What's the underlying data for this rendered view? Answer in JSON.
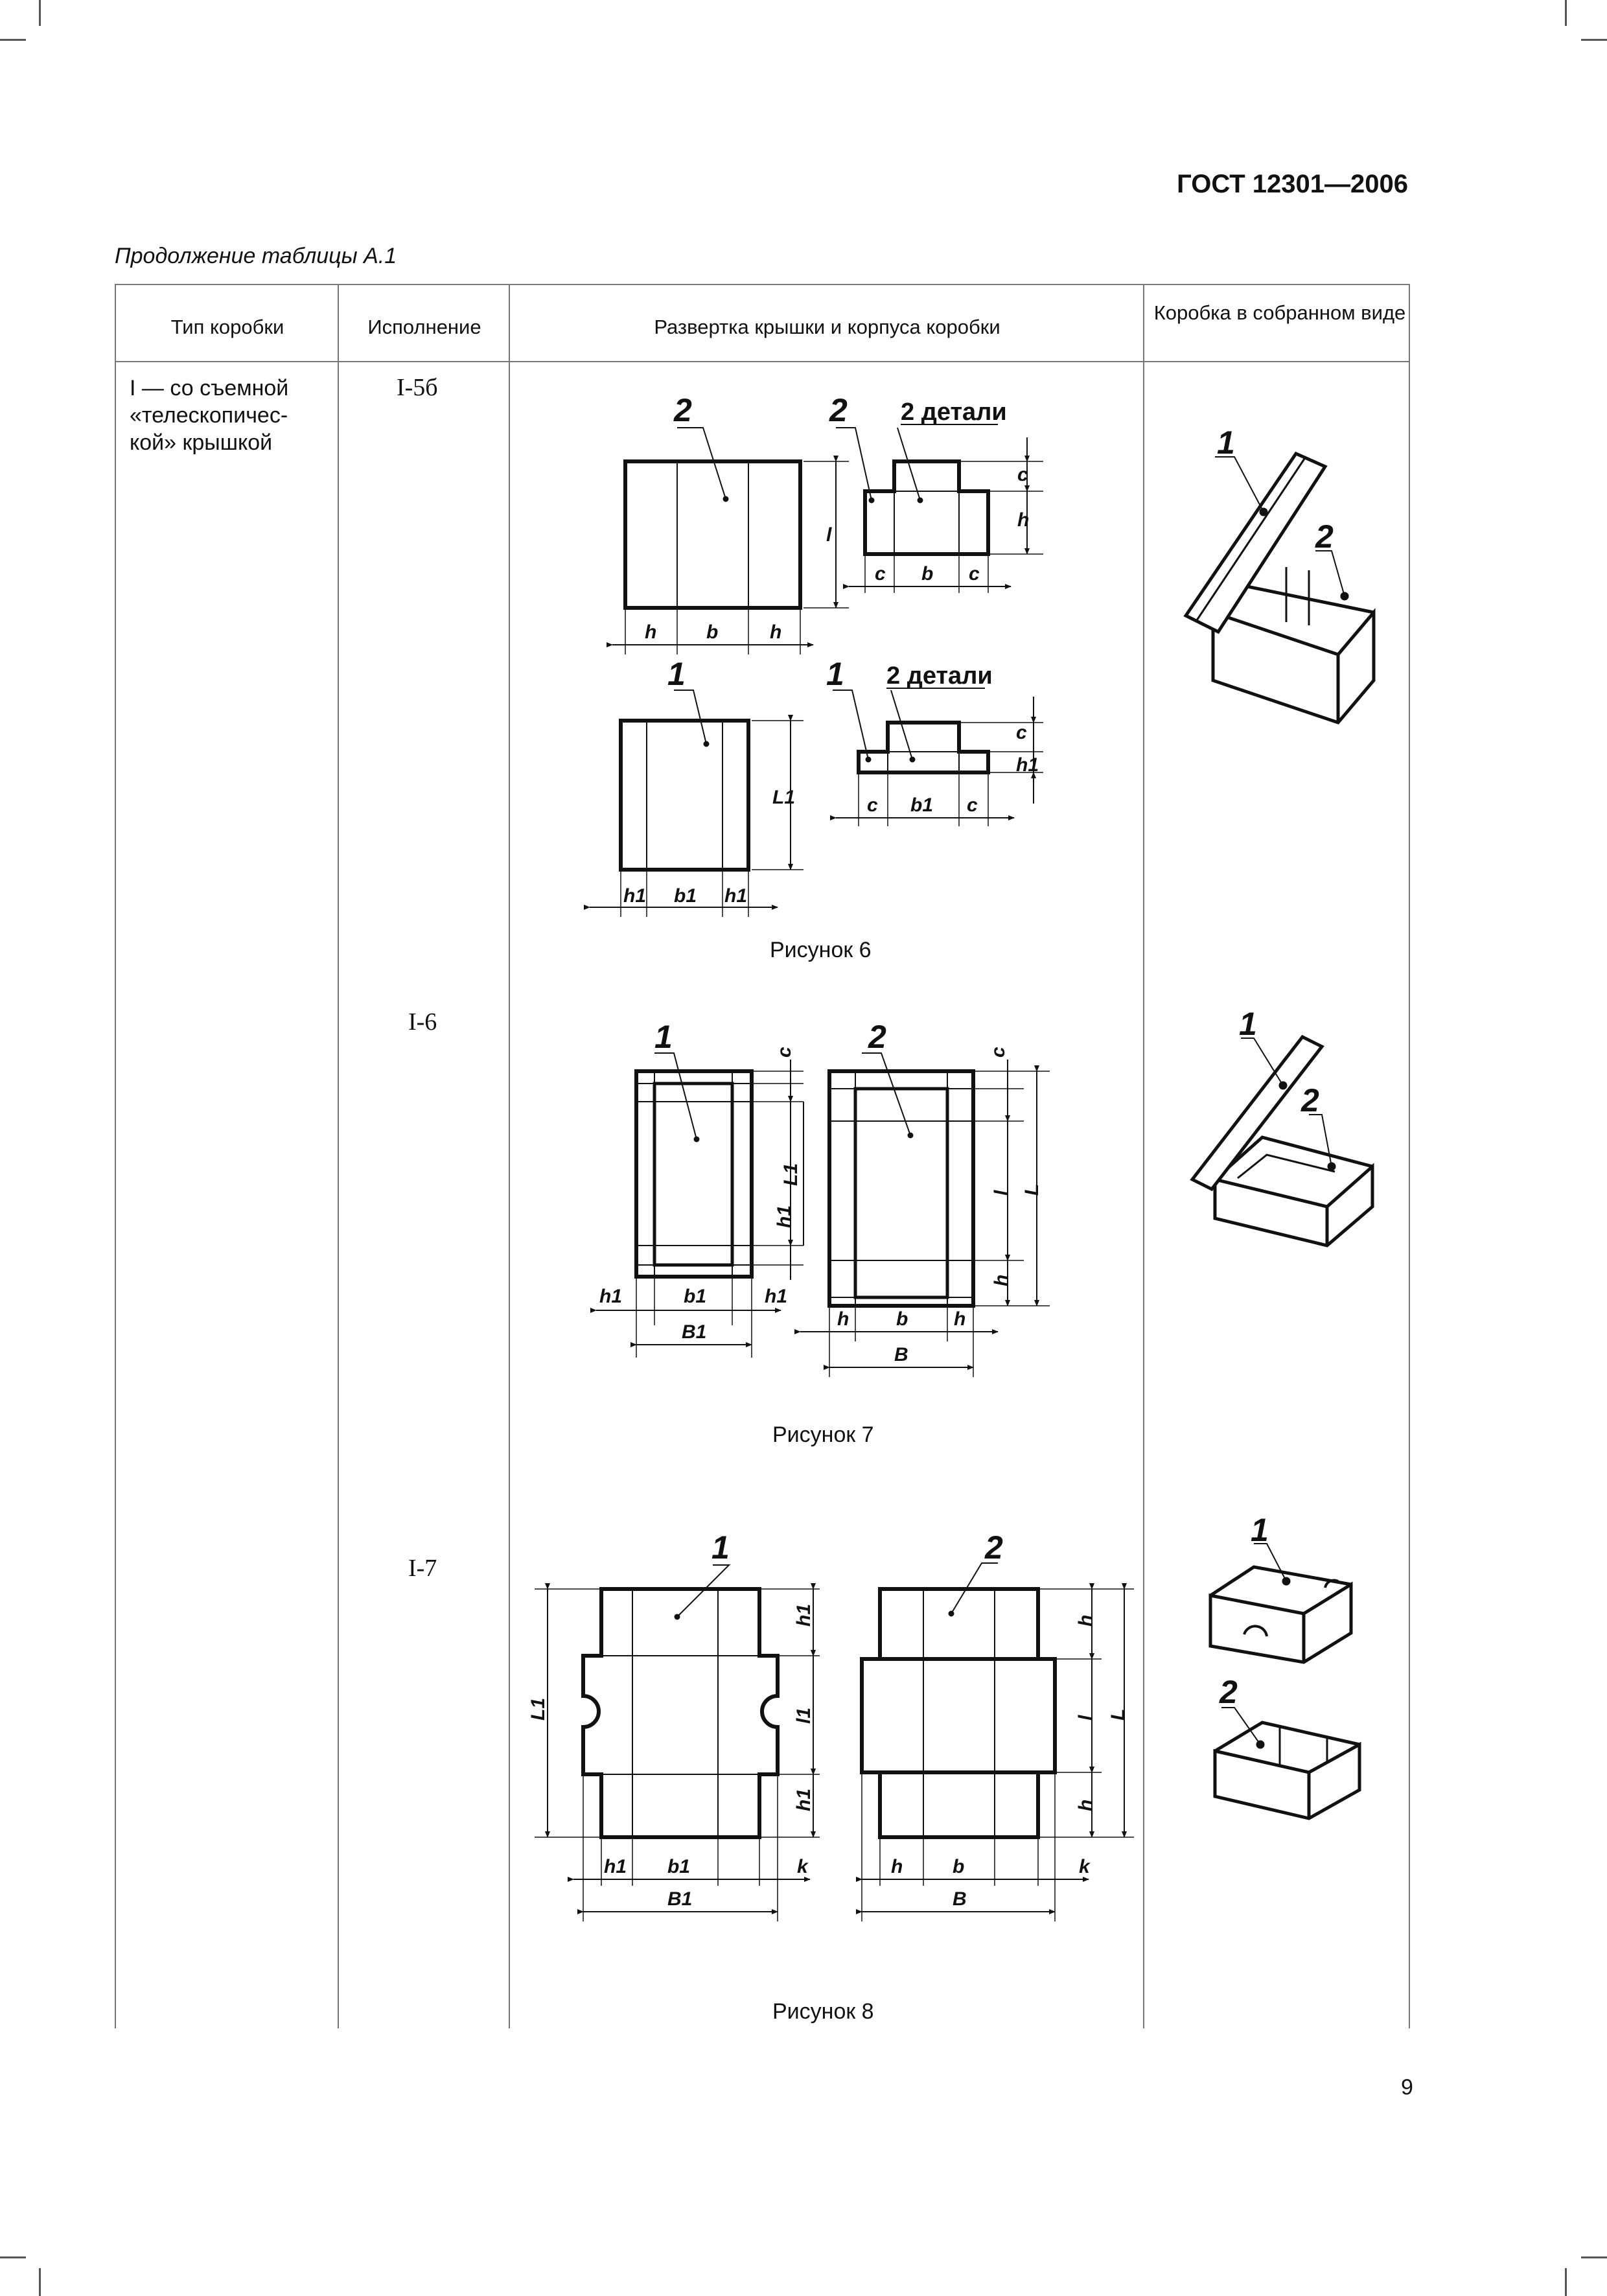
{
  "header": {
    "standard": "ГОСТ 12301—2006"
  },
  "caption": "Продолжение таблицы А.1",
  "table": {
    "columns": [
      "Тип коробки",
      "Исполнение",
      "Развертка крышки и корпуса коробки",
      "Коробка в собранном виде"
    ],
    "row": {
      "type_lines": [
        "I — со  съемной",
        "«телескопичес-",
        "кой» крышкой"
      ],
      "variants": [
        "I-5б",
        "I-6",
        "I-7"
      ]
    }
  },
  "figures": {
    "fig6": {
      "caption": "Рисунок  6",
      "part_labels": [
        "2",
        "2",
        "1",
        "1"
      ],
      "note": "2 детали",
      "dims_body": [
        "h",
        "b",
        "h",
        "l"
      ],
      "dims_body_side": [
        "c",
        "b",
        "c",
        "c",
        "h"
      ],
      "dims_lid": [
        "h1",
        "b1",
        "h1",
        "L1"
      ],
      "dims_lid_side": [
        "c",
        "b1",
        "c",
        "c",
        "h1"
      ]
    },
    "fig7": {
      "caption": "Рисунок 7",
      "part_labels": [
        "1",
        "2",
        "1",
        "2"
      ],
      "dims_lid": [
        "c",
        "L1",
        "h1",
        "h1",
        "b1",
        "h1",
        "B1"
      ],
      "dims_body": [
        "c",
        "l",
        "L",
        "h",
        "h",
        "b",
        "h",
        "B"
      ]
    },
    "fig8": {
      "caption": "Рисунок 8",
      "part_labels": [
        "1",
        "2",
        "1",
        "2"
      ],
      "dims_lid": [
        "L1",
        "h1",
        "l1",
        "h1",
        "h1",
        "b1",
        "k",
        "B1"
      ],
      "dims_body": [
        "h",
        "l",
        "L",
        "h",
        "h",
        "b",
        "k",
        "B"
      ]
    }
  },
  "page_number": "9"
}
